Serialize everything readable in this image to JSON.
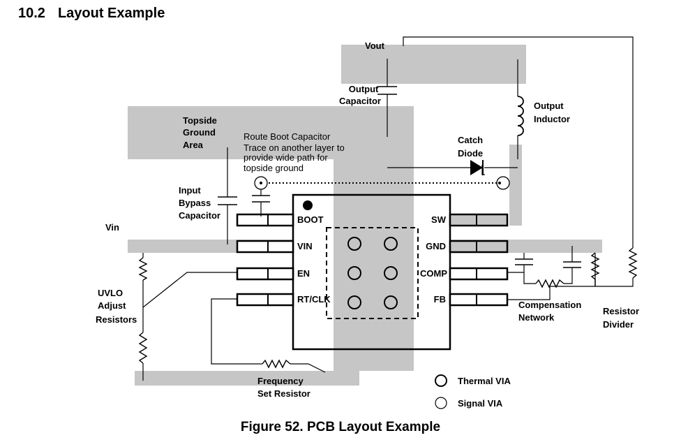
{
  "section": {
    "number": "10.2",
    "title": "Layout Example"
  },
  "figure_caption": "Figure 52.  PCB Layout Example",
  "labels": {
    "vout": "Vout",
    "output_capacitor": [
      "Output",
      "Capacitor"
    ],
    "output_inductor": [
      "Output",
      "Inductor"
    ],
    "topside_ground": [
      "Topside",
      "Ground",
      "Area"
    ],
    "route_boot_note": [
      "Route Boot Capacitor",
      "Trace on another layer to",
      "provide wide path for",
      "topside ground"
    ],
    "catch_diode": [
      "Catch",
      "Diode"
    ],
    "input_bypass": [
      "Input",
      "Bypass",
      "Capacitor"
    ],
    "vin": "Vin",
    "uvlo": [
      "UVLO",
      "Adjust",
      "Resistors"
    ],
    "compensation": [
      "Compensation",
      "Network"
    ],
    "resistor_divider": [
      "Resistor",
      "Divider"
    ],
    "frequency_resistor": [
      "Frequency",
      "Set Resistor"
    ]
  },
  "pins_left": [
    "BOOT",
    "VIN",
    "EN",
    "RT/CLK"
  ],
  "pins_right": [
    "SW",
    "GND",
    "COMP",
    "FB"
  ],
  "legend": {
    "thermal_via": "Thermal VIA",
    "signal_via": "Signal VIA"
  }
}
